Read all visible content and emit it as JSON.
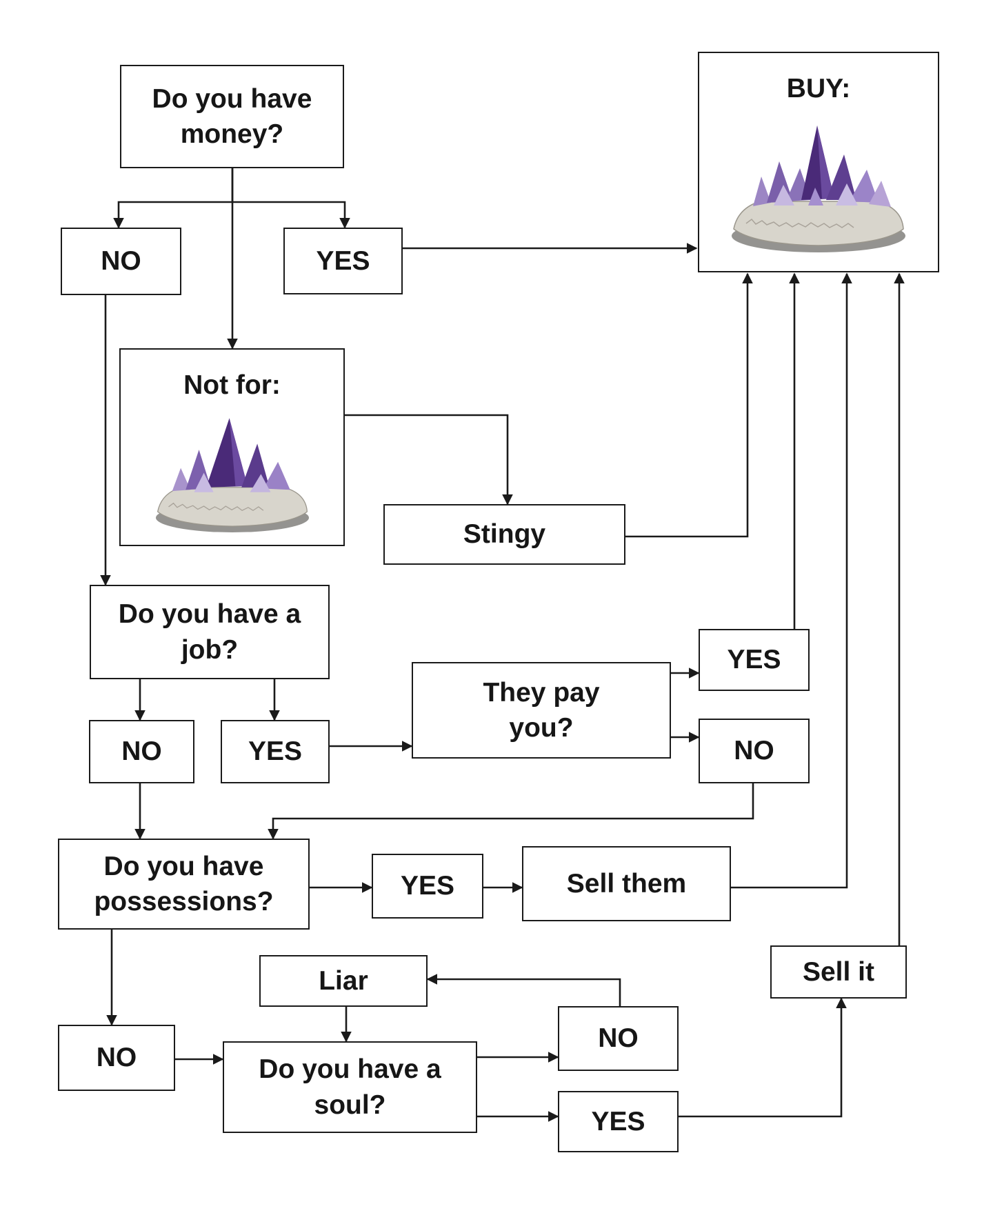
{
  "nodes": {
    "money": "Do you have money?",
    "no_money": "NO",
    "yes_money": "YES",
    "buy": "BUY:",
    "not_for": "Not for:",
    "stingy": "Stingy",
    "job": "Do you have a job?",
    "no_job": "NO",
    "yes_job": "YES",
    "pay": "They pay you?",
    "yes_pay": "YES",
    "no_pay": "NO",
    "possessions": "Do you have possessions?",
    "yes_poss": "YES",
    "sell_them": "Sell them",
    "sell_it": "Sell it",
    "liar": "Liar",
    "no_poss": "NO",
    "soul": "Do you have a soul?",
    "no_soul": "NO",
    "yes_soul": "YES"
  },
  "images": {
    "buy": "amethyst-cluster-icon",
    "not_for": "amethyst-cluster-icon"
  },
  "colors": {
    "line": "#1a1a1a",
    "crystal_dark": "#4a2a78",
    "crystal_light": "#b7a3d6",
    "rock": "#d8d5cc"
  }
}
